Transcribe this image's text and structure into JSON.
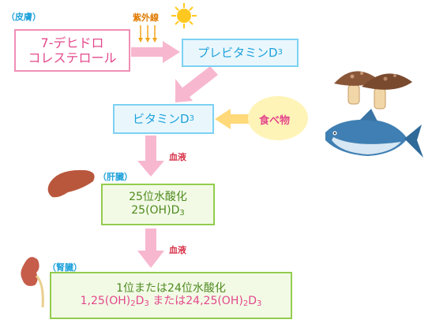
{
  "labels": {
    "skin": "（皮膚）",
    "liver": "（肝臓）",
    "kidney": "（腎臓）",
    "uv": "紫外線",
    "blood1": "血液",
    "blood2": "血液",
    "food": "食べ物"
  },
  "boxes": {
    "dehydro": {
      "line1": "7-デヒドロ",
      "line2": "コレステロール"
    },
    "previtamin": {
      "text": "プレビタミン",
      "sym": "D",
      "sub": "3"
    },
    "vitamin": {
      "text": "ビタミン",
      "sym": "D",
      "sub": "3"
    },
    "hydroxy25": {
      "line1": "25位水酸化",
      "line2_pre": "25(OH)",
      "line2_sym": "D",
      "line2_sub": "3"
    },
    "hydroxy1": {
      "line1": "1位または24位水酸化",
      "a_pre": "1,25(OH)",
      "a_sub": "2",
      "a_sym": "D",
      "a_sub2": "3",
      "mid": " または",
      "b_pre": "24,25(OH)",
      "b_sub": "2",
      "b_sym": "D",
      "b_sub2": "3"
    }
  },
  "colors": {
    "pink": "#f08fb6",
    "blue": "#7dd1f3",
    "green": "#93cc4e",
    "arrow_pink": "#f7b7cf",
    "food_circle": "#fff4b8",
    "sun": "#ffc820"
  }
}
